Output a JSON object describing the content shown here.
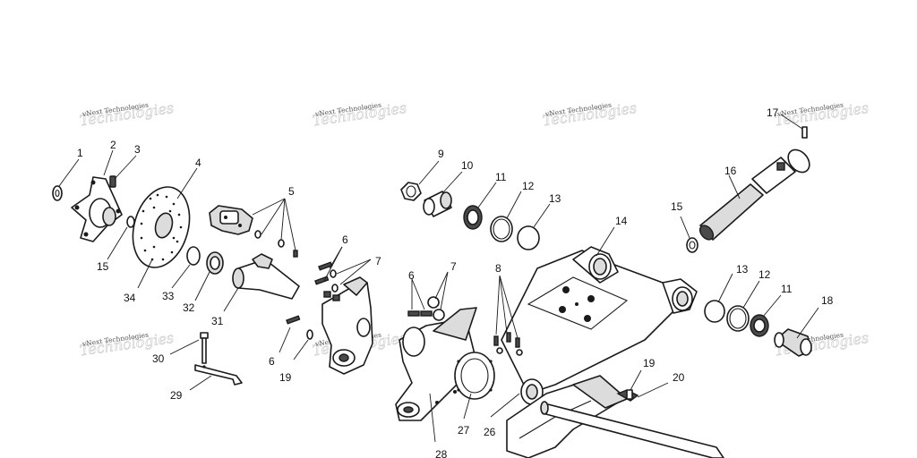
{
  "watermark": {
    "line1": "vNext Technologies",
    "line2": "Technologies"
  },
  "callouts": {
    "c1": "1",
    "c2": "2",
    "c3": "3",
    "c4": "4",
    "c5": "5",
    "c6a": "6",
    "c6b": "6",
    "c6c": "6",
    "c7a": "7",
    "c7b": "7",
    "c8": "8",
    "c9": "9",
    "c10": "10",
    "c11a": "11",
    "c11b": "11",
    "c12a": "12",
    "c12b": "12",
    "c13a": "13",
    "c13b": "13",
    "c14": "14",
    "c15a": "15",
    "c15b": "15",
    "c16": "16",
    "c17": "17",
    "c18": "18",
    "c19a": "19",
    "c19b": "19",
    "c20": "20",
    "c26": "26",
    "c27": "27",
    "c28": "28",
    "c29": "29",
    "c30": "30",
    "c31": "31",
    "c32": "32",
    "c33": "33",
    "c34": "34"
  }
}
